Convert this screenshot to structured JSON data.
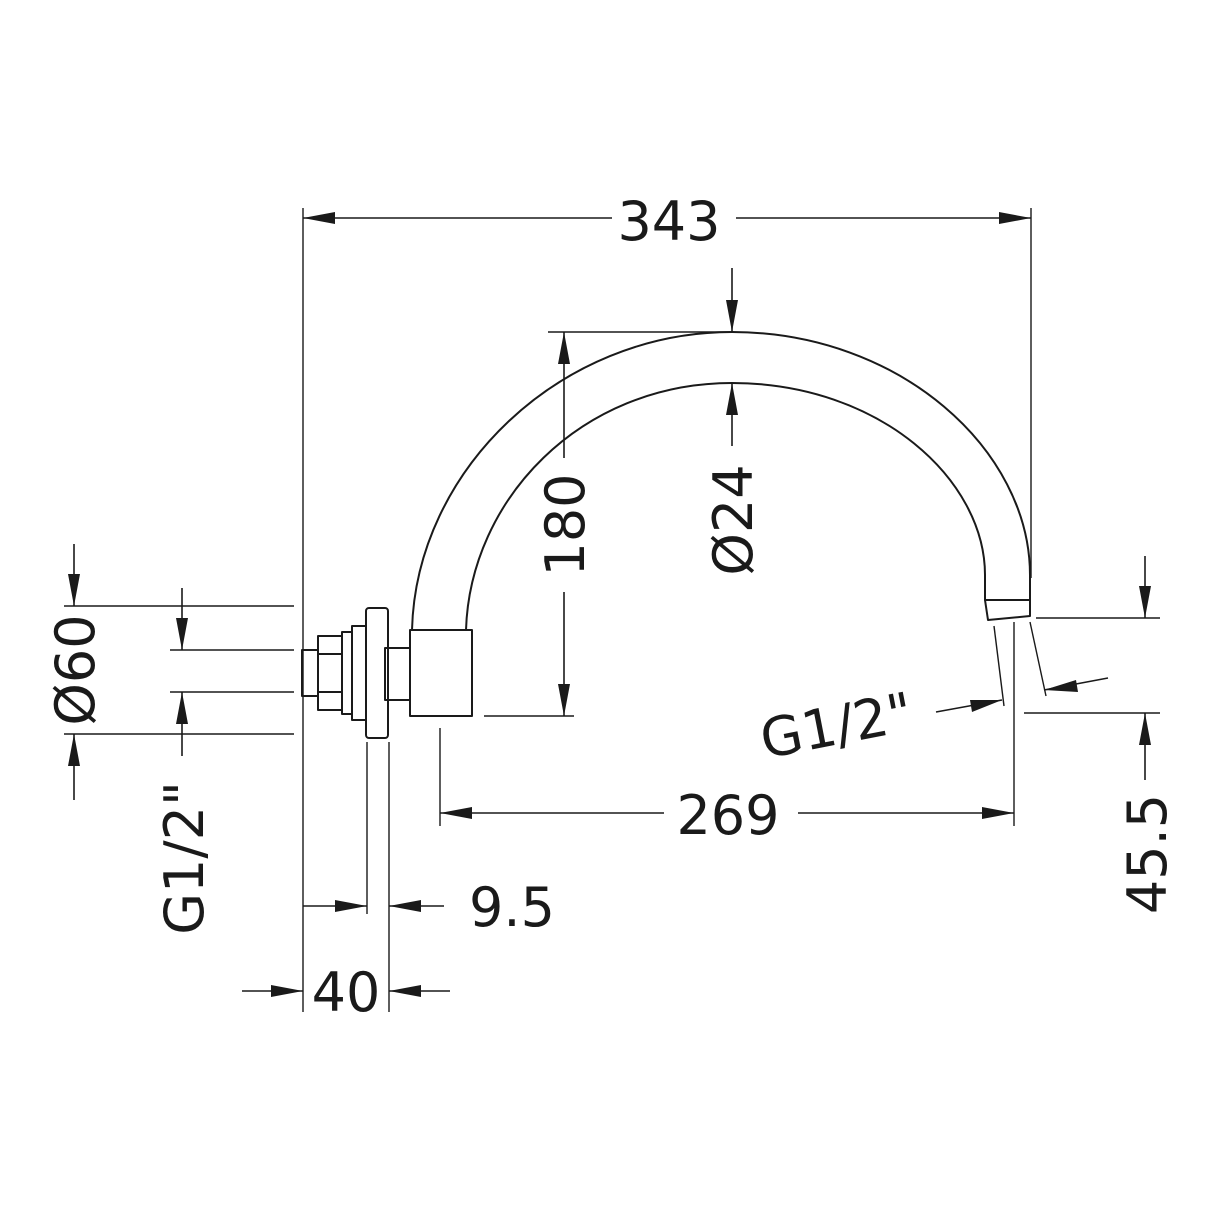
{
  "drawing": {
    "stroke_color": "#1a1a1a",
    "background_color": "#ffffff",
    "dimensions": {
      "overall_length": "343",
      "arm_height": "180",
      "tube_diameter": "Ø24",
      "flange_diameter": "Ø60",
      "inlet_thread": "G1/2\"",
      "outlet_thread": "G1/2\"",
      "horizontal_projection": "269",
      "outlet_drop": "45.5",
      "flange_thickness": "9.5",
      "wall_depth": "40"
    }
  }
}
